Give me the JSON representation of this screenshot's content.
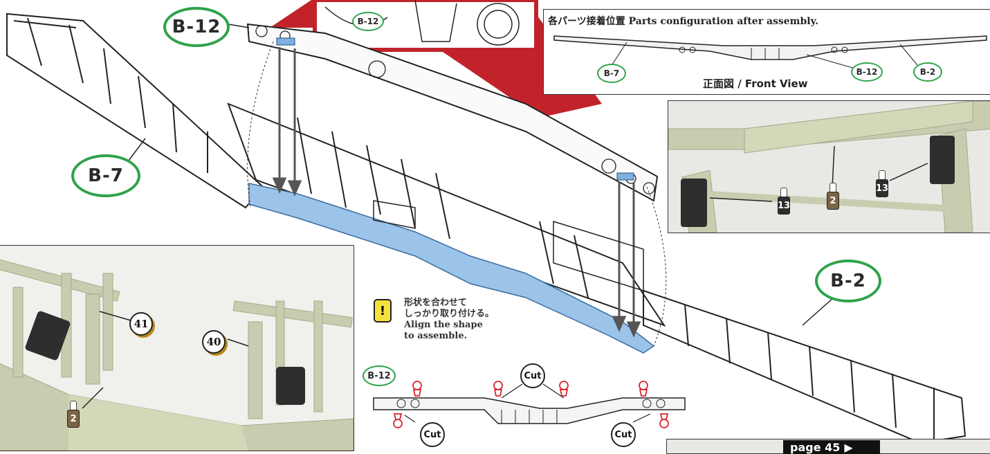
{
  "labels": {
    "b12_top": "B-12",
    "b7": "B-7",
    "b2": "B-2",
    "b12_bottom": "B-12",
    "b12_redpanel": "B-12"
  },
  "front_view": {
    "heading": "各パーツ接着位置 Parts configuration after assembly.",
    "caption": "正面図 / Front View",
    "tag_b7": "B-7",
    "tag_b12": "B-12",
    "tag_b2": "B-2"
  },
  "right_inset": {
    "paint_left": "13",
    "paint_center": "2",
    "paint_right": "13"
  },
  "left_inset": {
    "callout_41": "41",
    "callout_40": "40",
    "paint": "2"
  },
  "note": {
    "icon": "!",
    "jp_line1": "形状を合わせて",
    "jp_line2": "しっかり取り付ける。",
    "en_line1": "Align the shape",
    "en_line2": "to assemble."
  },
  "cut_marks": {
    "top": "Cut",
    "left": "Cut",
    "right": "Cut"
  },
  "page_ref": "page 45",
  "colors": {
    "label_green": "#2fa24a",
    "highlight_blue": "#9cc3e8",
    "red_banner": "#c2232b",
    "paint_brown": "#7a6545",
    "paint_dark": "#2e2e2e",
    "kit_green": "#c9ccae"
  }
}
